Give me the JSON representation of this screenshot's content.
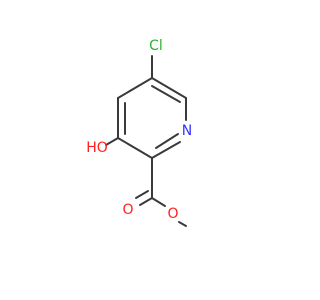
{
  "molecule": {
    "atoms": {
      "chlorine": {
        "text": "Cl",
        "color": "#2db32d"
      },
      "nitrogen": {
        "text": "N",
        "color": "#3333ff"
      },
      "hydroxyl": {
        "text": "HO",
        "color": "#ff2020"
      },
      "carbonyl_oxygen": {
        "text": "O",
        "color": "#ff2020"
      },
      "ester_oxygen": {
        "text": "O",
        "color": "#ff2020"
      }
    },
    "bond_color": "#3a3a3a"
  }
}
